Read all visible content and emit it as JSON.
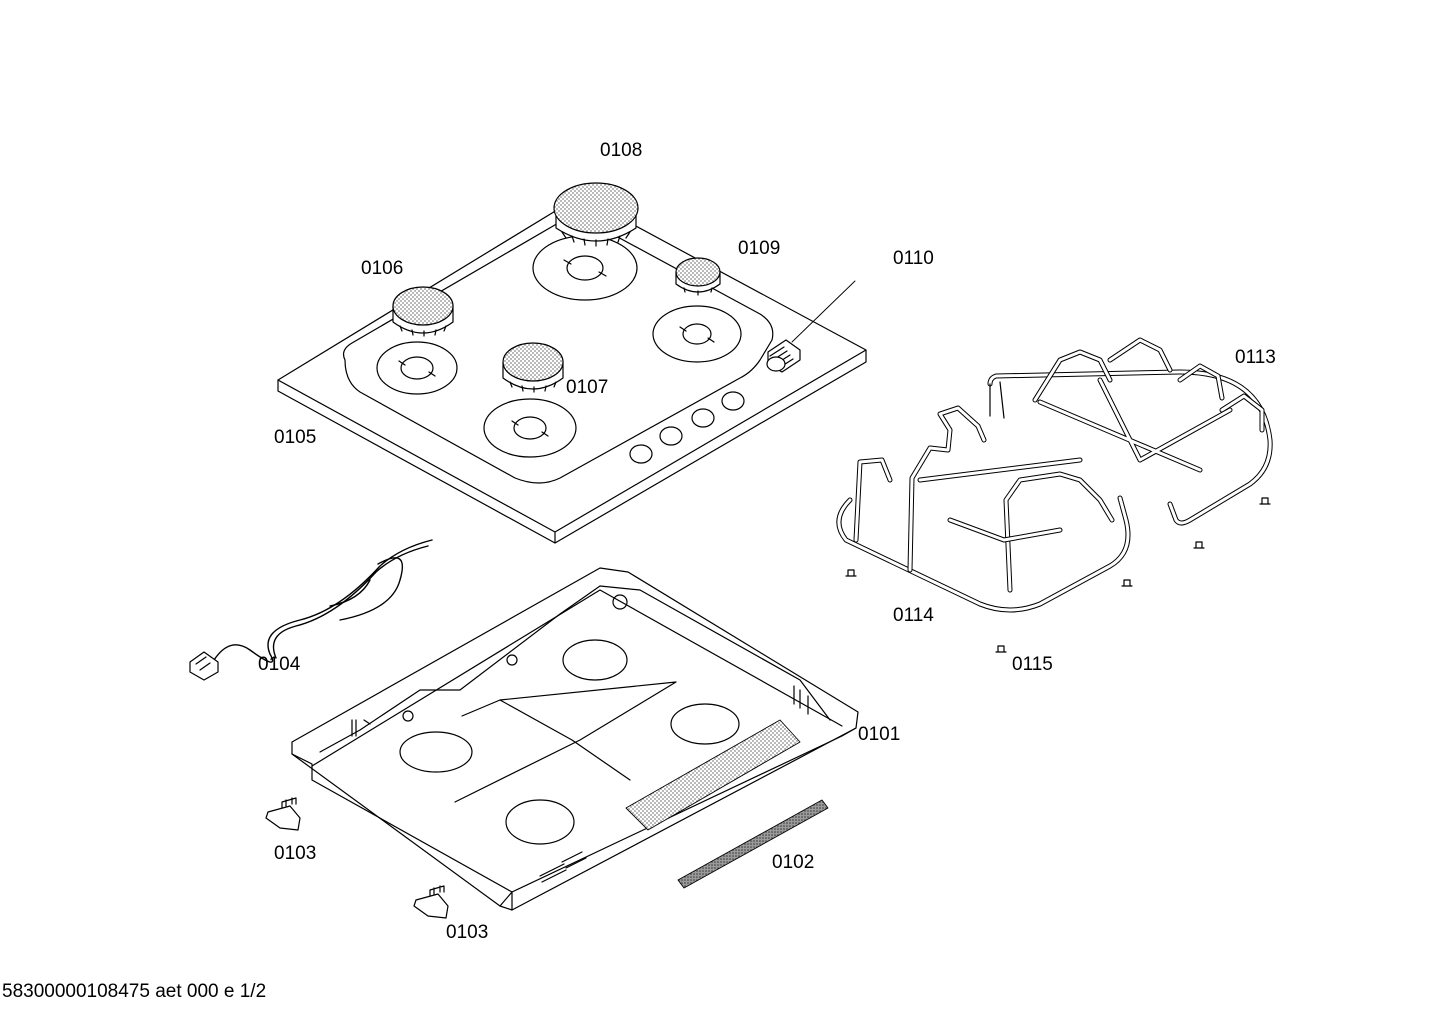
{
  "labels": {
    "p0108": "0108",
    "p0106": "0106",
    "p0109": "0109",
    "p0110": "0110",
    "p0107": "0107",
    "p0105": "0105",
    "p0113": "0113",
    "p0104": "0104",
    "p0114": "0114",
    "p0115": "0115",
    "p0101": "0101",
    "p0103a": "0103",
    "p0102": "0102",
    "p0103b": "0103"
  },
  "footer": "58300000108475 aet 000 e 1/2",
  "colors": {
    "line": "#000000",
    "fill": "#ffffff",
    "dotted": "#bdbdbd",
    "gasket": "#7a7a7a"
  }
}
